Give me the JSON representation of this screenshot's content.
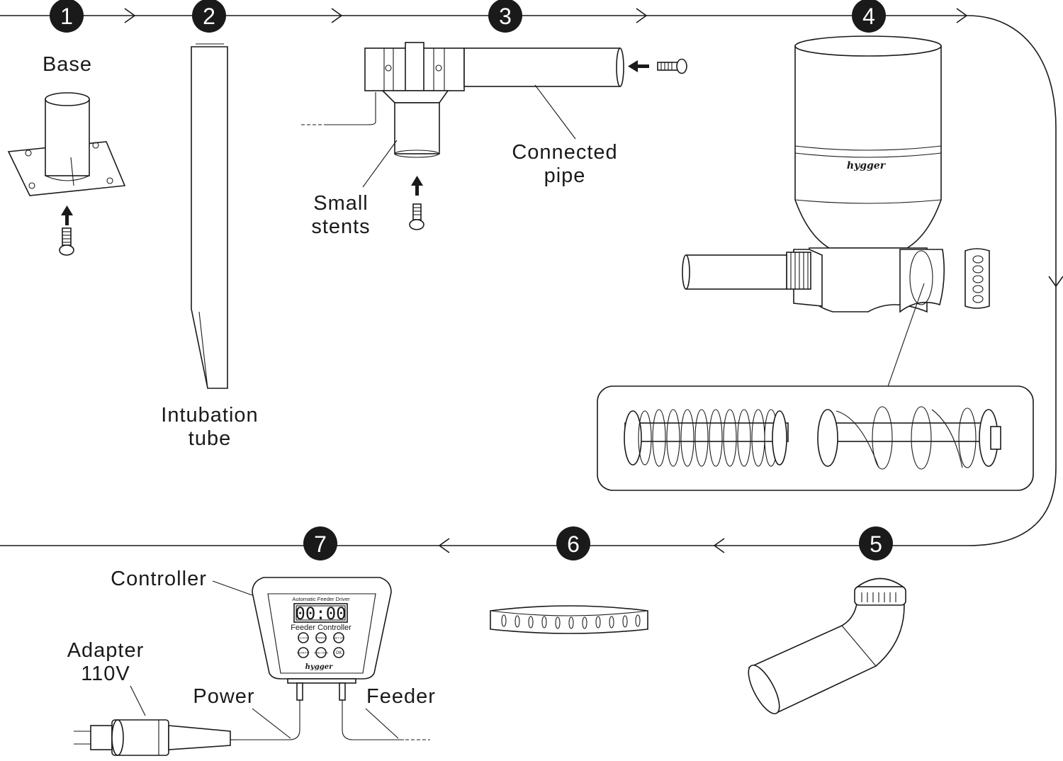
{
  "steps": [
    "1",
    "2",
    "3",
    "4",
    "5",
    "6",
    "7"
  ],
  "labels": {
    "base": "Base",
    "intubation_tube_1": "Intubation",
    "intubation_tube_2": "tube",
    "small_stents_1": "Small",
    "small_stents_2": "stents",
    "connected_pipe_1": "Connected",
    "connected_pipe_2": "pipe",
    "controller": "Controller",
    "adapter_1": "Adapter",
    "adapter_2": "110V",
    "power": "Power",
    "feeder": "Feeder"
  },
  "hopper_brand": "hygger",
  "controller_panel": {
    "title": "Automatic Feeder Driver",
    "display": "00:00",
    "subtitle": "Feeder  Controller",
    "buttons": [
      "CLOCK",
      "TIMING",
      "SET UP",
      "QUANTITY",
      "HAND FEED",
      "OK"
    ],
    "brand": "hygger"
  },
  "colors": {
    "line": "#1a1a1a",
    "background": "#ffffff"
  }
}
